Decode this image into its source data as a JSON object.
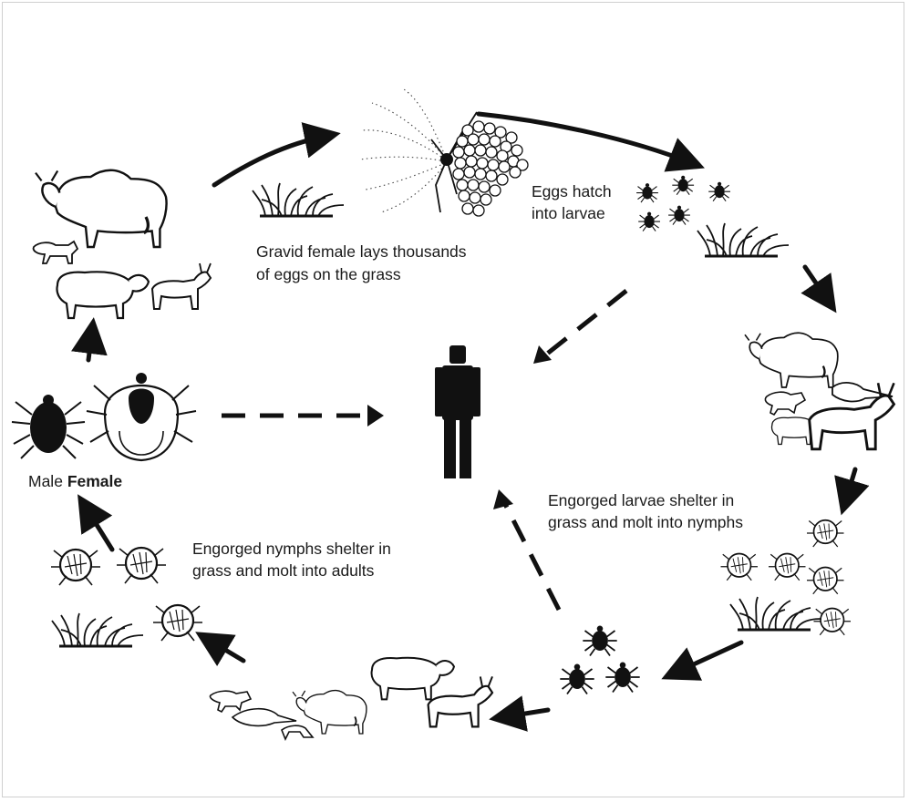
{
  "labels": {
    "gravid_line1": "Gravid female lays thousands",
    "gravid_line2": "of eggs on the grass",
    "eggs_line1": "Eggs hatch",
    "eggs_line2": "into larvae",
    "larvae_line1": "Engorged larvae shelter in",
    "larvae_line2": "grass and molt into nymphs",
    "nymphs_line1": "Engorged nymphs shelter in",
    "nymphs_line2": "grass and molt into adults",
    "male": "Male",
    "female": "Female"
  },
  "colors": {
    "ink": "#111111",
    "background": "#ffffff",
    "border": "#cfcfcf"
  }
}
